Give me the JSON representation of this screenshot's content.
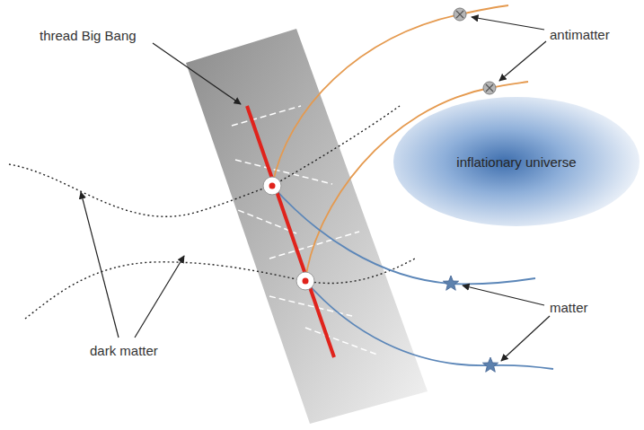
{
  "diagram": {
    "nodes": [
      {
        "text": [
          "inflationary universe"
        ]
      }
    ],
    "labels": [
      "thread Big Bang",
      "antimatter",
      "matter",
      "dark matter"
    ]
  }
}
